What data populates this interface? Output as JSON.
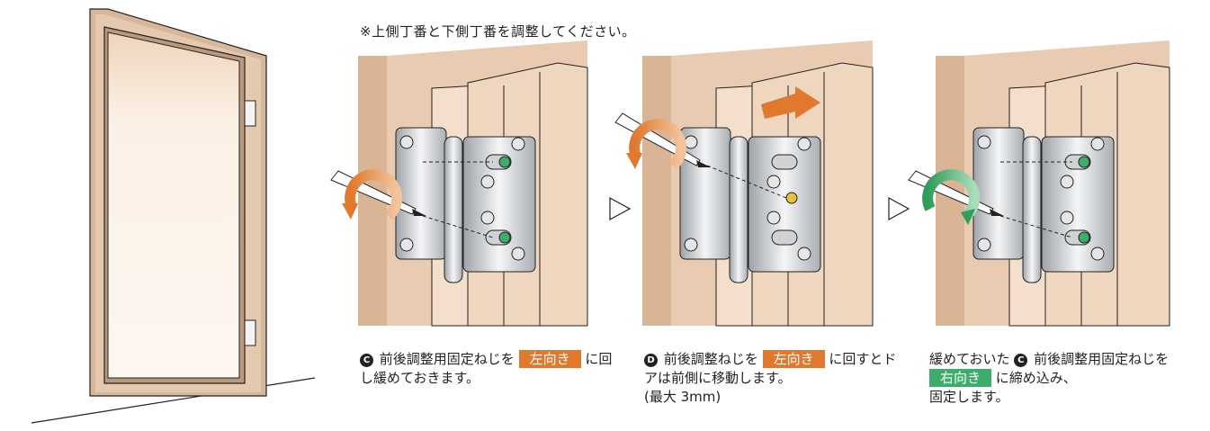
{
  "note": "※上側丁番と下側丁番を調整してください。",
  "step_c": {
    "marker": "C",
    "text_before": "前後調整用固定ねじを",
    "highlight": "左向き",
    "text_after": "に回し緩めておきます。"
  },
  "step_d": {
    "marker": "D",
    "text_before": "前後調整ねじを",
    "highlight": "左向き",
    "text_after": "に回すとドアは前側に移動します。",
    "line2": "(最大 3mm)"
  },
  "step_e": {
    "text_pre": "緩めておいた",
    "marker": "C",
    "text_before": "前後調整用固定ねじを",
    "highlight": "右向き",
    "text_after": "に締め込み、",
    "line2": "固定します。"
  },
  "colors": {
    "wall": "#e8cbb0",
    "wall_dark": "#d9b596",
    "frame": "#f2dfcf",
    "door": "#f4e2cf",
    "arrow_orange": "#e0782e",
    "arrow_green": "#3cae6a",
    "screw_yellow": "#e6c23c"
  },
  "icons": [
    "arrow-right-outline-icon",
    "screwdriver-icon",
    "rotate-arrow-icon"
  ]
}
